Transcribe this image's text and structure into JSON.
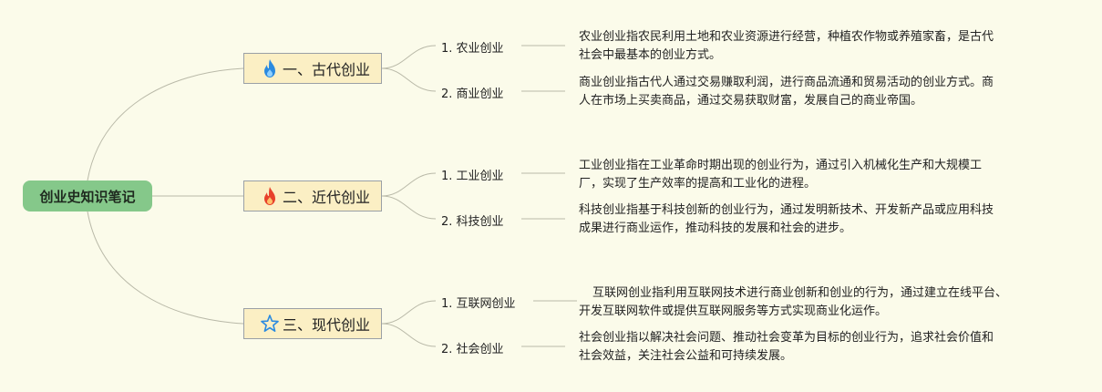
{
  "root": {
    "label": "创业史知识笔记"
  },
  "topics": [
    {
      "label": "一、古代创业",
      "icon": "blue-flame-icon",
      "icon_color": "#2a8ae0",
      "children": [
        {
          "label": "1. 农业创业",
          "desc": [
            "农业创业指农民利用土地和农业资源进行经营，种植农作物或养殖家畜，是古代",
            "社会中最基本的创业方式。"
          ]
        },
        {
          "label": "2. 商业创业",
          "desc": [
            "商业创业指古代人通过交易赚取利润，进行商品流通和贸易活动的创业方式。商",
            "人在市场上买卖商品，通过交易获取财富，发展自己的商业帝国。"
          ]
        }
      ]
    },
    {
      "label": "二、近代创业",
      "icon": "red-flame-icon",
      "icon_color": "#e8412b",
      "children": [
        {
          "label": "1. 工业创业",
          "desc": [
            "工业创业指在工业革命时期出现的创业行为，通过引入机械化生产和大规模工",
            "厂，实现了生产效率的提高和工业化的进程。"
          ]
        },
        {
          "label": "2. 科技创业",
          "desc": [
            "科技创业指基于科技创新的创业行为，通过发明新技术、开发新产品或应用科技",
            "成果进行商业运作，推动科技的发展和社会的进步。"
          ]
        }
      ]
    },
    {
      "label": "三、现代创业",
      "icon": "star-outline-icon",
      "icon_color": "#2a8ae0",
      "children": [
        {
          "label": "1. 互联网创业",
          "desc": [
            "互联网创业指利用互联网技术进行商业创新和创业的行为，通过建立在线平台、",
            "开发互联网软件或提供互联网服务等方式实现商业化运作。"
          ]
        },
        {
          "label": "2. 社会创业",
          "desc": [
            "社会创业指以解决社会问题、推动社会变革为目标的创业行为，追求社会价值和",
            "社会效益，关注社会公益和可持续发展。"
          ]
        }
      ]
    }
  ],
  "colors": {
    "background": "#fbfbea",
    "root_fill": "#85c88a",
    "topic_fill": "#fbefc4",
    "line": "#b9b9a8"
  }
}
